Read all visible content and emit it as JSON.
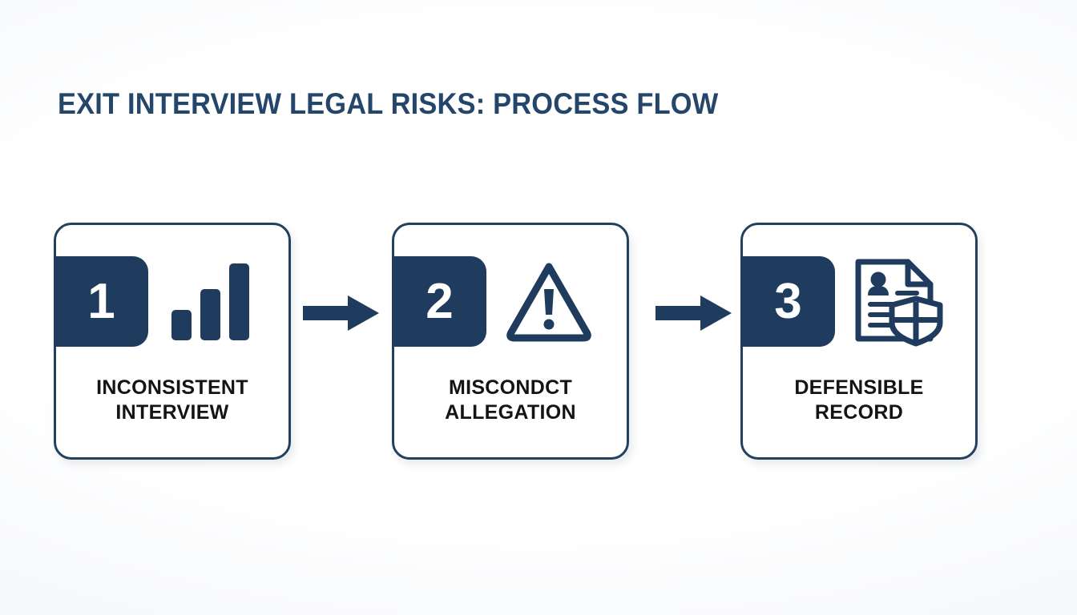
{
  "theme": {
    "background": "#fbfcfd",
    "navy": "#1f3c5e",
    "border_navy": "#22405f",
    "title_navy": "#25466b",
    "label_black": "#141414",
    "card_fill": "#ffffff"
  },
  "header": {
    "title": "EXIT INTERVIEW LEGAL RISKS: PROCESS FLOW"
  },
  "flow": {
    "steps": [
      {
        "number": "1",
        "icon": "bar-chart-icon",
        "label_line1": "INCONSISTENT",
        "label_line2": "INTERVIEW"
      },
      {
        "number": "2",
        "icon": "warning-triangle-icon",
        "label_line1": "MISCONDCT",
        "label_line2": "ALLEGATION"
      },
      {
        "number": "3",
        "icon": "document-shield-icon",
        "label_line1": "DEFENSIBLE",
        "label_line2": "RECORD"
      }
    ],
    "connectors": [
      {
        "icon": "arrow-right-icon"
      },
      {
        "icon": "arrow-right-icon"
      }
    ]
  }
}
